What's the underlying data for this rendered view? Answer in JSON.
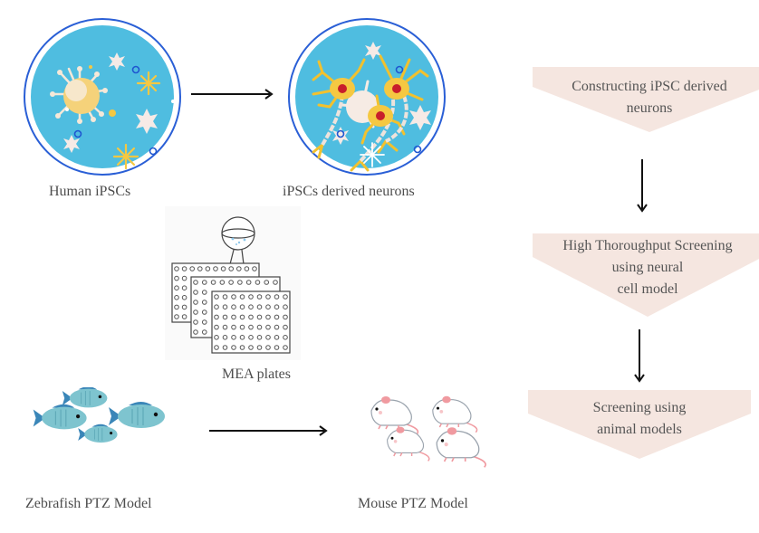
{
  "diagram": {
    "left_flow": {
      "top_row": [
        {
          "id": "human-ipscs",
          "label": "Human iPSCs",
          "icon": "petri-dish-stem-cells"
        },
        {
          "id": "ipsc-neurons",
          "label": "iPSCs derived neurons",
          "icon": "petri-dish-neurons"
        }
      ],
      "middle": {
        "id": "mea-plates",
        "label": "MEA plates",
        "icon": "mea-plates-with-flask"
      },
      "bottom_row": [
        {
          "id": "zebrafish",
          "label": "Zebrafish PTZ Model",
          "icon": "zebrafish-group"
        },
        {
          "id": "mouse",
          "label": "Mouse PTZ Model",
          "icon": "mouse-group"
        }
      ]
    },
    "right_flow": {
      "steps": [
        {
          "lines": [
            "Constructing iPSC derived",
            "neurons"
          ]
        },
        {
          "lines": [
            "High Thoroughput Screening",
            "using neural",
            "cell model"
          ]
        },
        {
          "lines": [
            "Screening using",
            "animal models"
          ]
        }
      ]
    },
    "colors": {
      "step_fill": "#f5e6e0",
      "dish_fill": "#4fbde0",
      "dish_ring": "#2a5fd6",
      "cell_yellow": "#f5c842",
      "nucleus_red": "#c81e2b",
      "fish_body": "#7ec4cf",
      "fish_fin": "#3a86b8",
      "mouse_pink": "#f09aa0",
      "arrow": "#111111"
    }
  }
}
